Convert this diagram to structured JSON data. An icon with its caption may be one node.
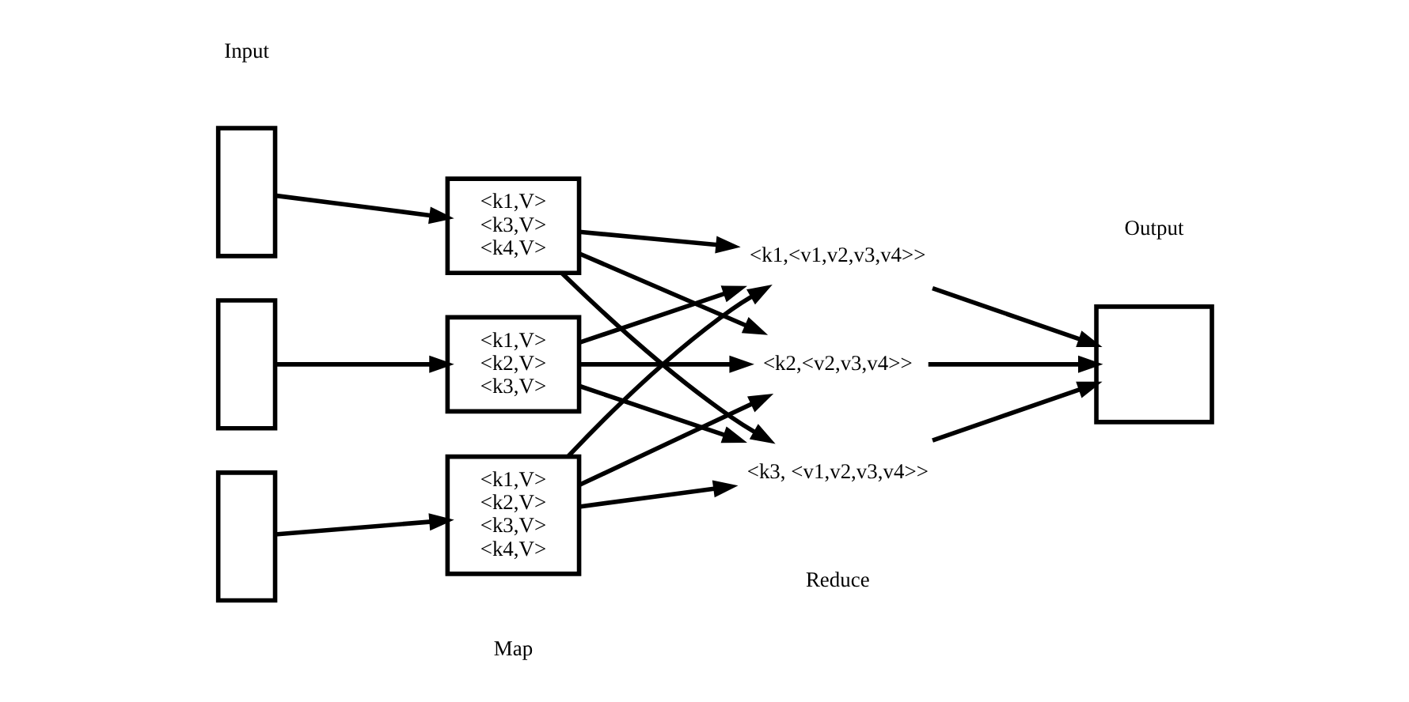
{
  "diagram": {
    "nodes": [
      {
        "text": [],
        "shape": "box"
      },
      {
        "text": [],
        "shape": "box"
      },
      {
        "text": [],
        "shape": "box"
      },
      {
        "text": [
          "<k1,V>",
          "<k3,V>",
          "<k4,V>"
        ]
      },
      {
        "text": [
          "<k1,V>",
          "<k2,V>",
          "<k3,V>"
        ]
      },
      {
        "text": [
          "<k1,V>",
          "<k2,V>",
          "<k3,V>",
          "<k4,V>"
        ]
      },
      {
        "text": [
          "<k1,<v1,v2,v3,v4>>"
        ]
      },
      {
        "text": [
          "<k2,<v2,v3,v4>>"
        ]
      },
      {
        "text": [
          "<k3, <v1,v2,v3,v4>>"
        ]
      },
      {
        "text": [],
        "shape": "box"
      }
    ],
    "edges": [
      {
        "from": 0,
        "to": 3,
        "arrow": "to"
      },
      {
        "from": 1,
        "to": 4,
        "arrow": "to"
      },
      {
        "from": 2,
        "to": 5,
        "arrow": "to"
      },
      {
        "from": 3,
        "to": 6,
        "arrow": "to"
      },
      {
        "from": 3,
        "to": 7,
        "arrow": "to"
      },
      {
        "from": 3,
        "to": 8,
        "arrow": "to"
      },
      {
        "from": 4,
        "to": 6,
        "arrow": "to"
      },
      {
        "from": 4,
        "to": 7,
        "arrow": "to"
      },
      {
        "from": 4,
        "to": 8,
        "arrow": "to"
      },
      {
        "from": 5,
        "to": 6,
        "arrow": "to"
      },
      {
        "from": 5,
        "to": 7,
        "arrow": "to"
      },
      {
        "from": 5,
        "to": 8,
        "arrow": "to"
      },
      {
        "from": 6,
        "to": 9,
        "arrow": "to"
      },
      {
        "from": 7,
        "to": 9,
        "arrow": "to"
      },
      {
        "from": 8,
        "to": 9,
        "arrow": "to"
      }
    ],
    "labels": [
      "Input",
      "Output",
      "Map",
      "Reduce"
    ]
  }
}
